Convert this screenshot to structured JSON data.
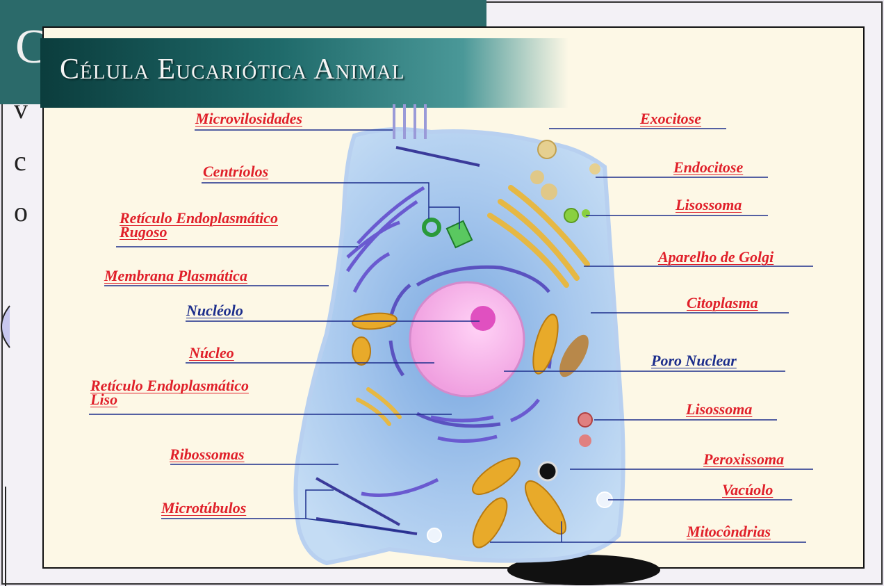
{
  "title": "Célula Eucariótica Animal",
  "labels": {
    "microvilosidades": "Microvilosidades",
    "centriolos": "Centríolos",
    "reticulo_rugoso": "Retículo Endoplasmático\nRugoso",
    "membrana": "Membrana Plasmática",
    "nucleolo": "Nucléolo",
    "nucleo": "Núcleo",
    "reticulo_liso": "Retículo Endoplasmático\nLiso",
    "ribossomas": "Ribossomas",
    "microtubulos": "Microtúbulos",
    "exocitose": "Exocitose",
    "endocitose": "Endocitose",
    "lisossoma_top": "Lisossoma",
    "golgi": "Aparelho de Golgi",
    "citoplasma": "Citoplasma",
    "poro_nuclear": "Poro Nuclear",
    "lisossoma_bottom": "Lisossoma",
    "peroxissoma": "Peroxissoma",
    "vacuolo": "Vacúolo",
    "mitocondrias": "Mitocôndrias"
  },
  "colors": {
    "label_red": "#e0202a",
    "label_blue": "#1c2e8c",
    "cell": "#9ec3ec",
    "nucleus": "#f4b8ea",
    "banner": "#1f6a6a"
  }
}
